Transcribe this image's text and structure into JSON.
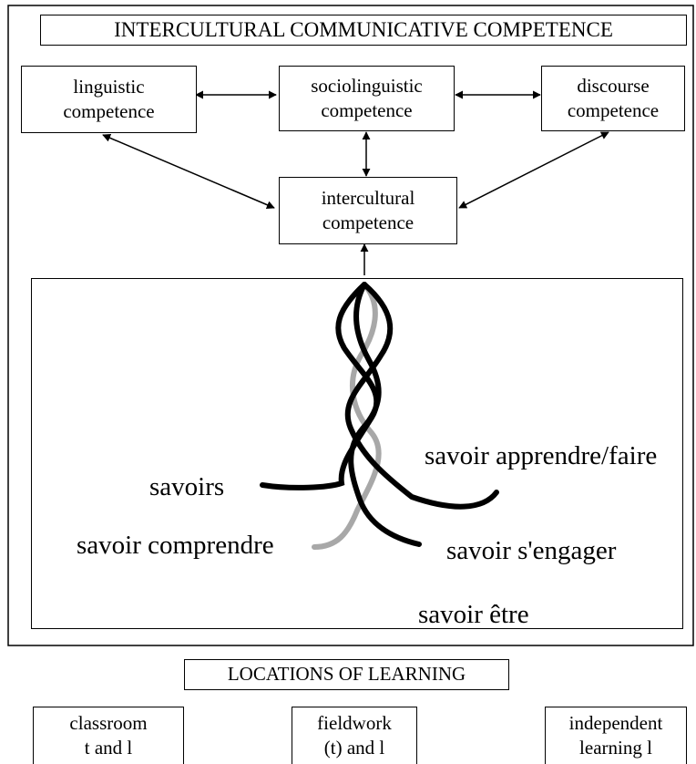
{
  "title": "INTERCULTURAL COMMUNICATIVE COMPETENCE",
  "competences": {
    "linguistic": "linguistic\ncompetence",
    "sociolinguistic": "sociolinguistic\ncompetence",
    "discourse": "discourse\ncompetence",
    "intercultural": "intercultural\ncompetence"
  },
  "savoirs": {
    "savoirs": "savoirs",
    "apprendre": "savoir\napprendre/faire",
    "comprendre": "savoir comprendre",
    "engager": "savoir s'engager",
    "etre": "savoir être"
  },
  "locations": {
    "title": "LOCATIONS OF LEARNING",
    "classroom": "classroom\nt and l",
    "fieldwork": "fieldwork\n(t) and l",
    "independent": "independent\nlearning l"
  }
}
